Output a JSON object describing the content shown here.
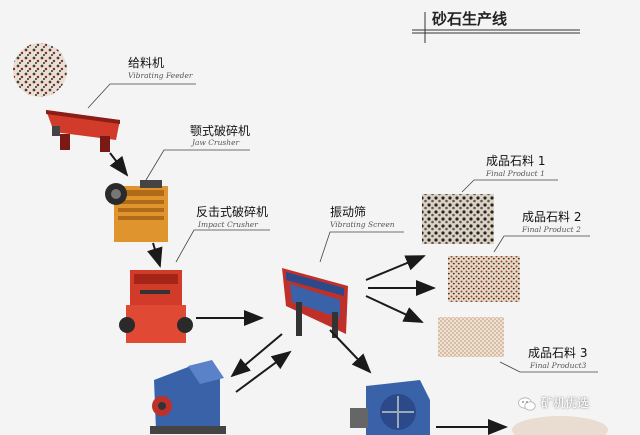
{
  "title": "砂石生产线",
  "stages": {
    "feeder": {
      "cn": "给料机",
      "en": "Vibrating Feeder"
    },
    "jaw": {
      "cn": "颚式破碎机",
      "en": "Jaw Crusher"
    },
    "impact": {
      "cn": "反击式破碎机",
      "en": "Impact Crusher"
    },
    "screen": {
      "cn": "振动筛",
      "en": "Vibrating Screen"
    },
    "product1": {
      "cn": "成品石料 1",
      "en": "Final Product 1"
    },
    "product2": {
      "cn": "成品石料 2",
      "en": "Final Product 2"
    },
    "product3": {
      "cn": "成品石料 3",
      "en": "Final Product3"
    }
  },
  "watermark": "矿机优选",
  "colors": {
    "machine_red": "#d23a2a",
    "machine_orange": "#e0942e",
    "machine_blue": "#3a62a8",
    "arrow": "#1a1a1a",
    "background": "#f4f4f4"
  },
  "icons": [
    "raw-stone-pile-icon",
    "wechat-logo-icon"
  ]
}
